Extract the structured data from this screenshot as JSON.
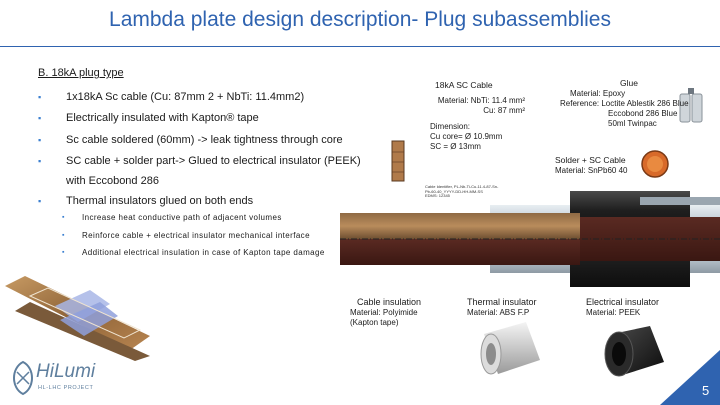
{
  "slide": {
    "title": "Lambda plate design description- Plug subassemblies",
    "subheading": "B. 18kA plug type",
    "bullets": [
      "1x18kA Sc cable (Cu: 87mm 2 + NbTi: 11.4mm2)",
      "Electrically insulated with Kapton® tape",
      "Sc cable soldered (60mm) -> leak tightness through core",
      "SC cable + solder part-> Glued to electrical insulator (PEEK)",
      "with Eccobond 286",
      "Thermal insulators glued on both ends"
    ],
    "sub_bullets": [
      "Increase heat conductive path of adjacent volumes",
      "Reinforce cable + electrical insulator mechanical interface",
      "Additional electrical insulation in case of Kapton tape damage"
    ],
    "page_number": "5",
    "accent_color": "#2f63b0"
  },
  "cable_info": {
    "title": "18kA SC Cable",
    "material_line1": "Material: NbTi: 11.4 mm²",
    "material_line2": "Cu: 87 mm²",
    "dimension_label": "Dimension:",
    "dimension_core": "Cu core= Ø 10.9mm",
    "dimension_sc": "SC = Ø 13mm"
  },
  "glue_info": {
    "title": "Glue",
    "material": "Material: Epoxy",
    "reference1": "Reference: Loctite Ablestik 286 Blue",
    "reference2": "Eccobond 286 Blue",
    "reference3": "50ml Twinpac"
  },
  "solder_info": {
    "title": "Solder + SC Cable",
    "material": "Material: SnPb60 40"
  },
  "cable_caption": {
    "lines": [
      "Cable Identifier, PL-Nb-Ti-Cu-11.4-87-Sn-",
      "Pb-60-40_YYYY-DD-HH-MM-SS",
      "EDMS: 12345"
    ]
  },
  "captions": {
    "cable_insulation": {
      "title": "Cable insulation",
      "material": "Material: Polyimide",
      "note": "(Kapton tape)"
    },
    "thermal_insulator": {
      "title": "Thermal insulator",
      "material": "Material: ABS F.P"
    },
    "electrical_insulator": {
      "title": "Electrical insulator",
      "material": "Material: PEEK"
    }
  },
  "logo": {
    "name": "HiLumi",
    "subtitle": "HL-LHC PROJECT"
  }
}
